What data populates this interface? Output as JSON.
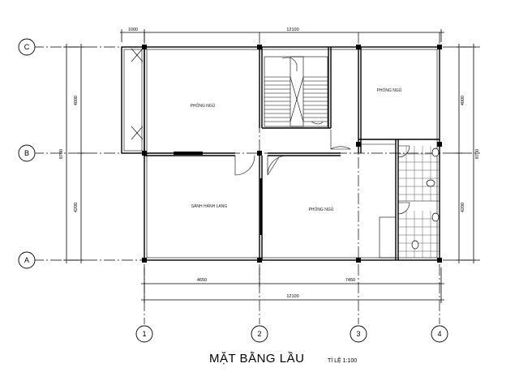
{
  "title": "MẶT BẰNG LẦU",
  "scale": "TỈ LỆ 1:100",
  "axes": {
    "rows": [
      "C",
      "B",
      "A"
    ],
    "cols": [
      "1",
      "2",
      "3",
      "4"
    ]
  },
  "dimensions": {
    "top_total": "12100",
    "top_left": "1000",
    "bottom_left": "4650",
    "bottom_right": "7450",
    "bottom_total": "12100",
    "left_upper": "4000",
    "left_total": "8700",
    "left_lower": "4200",
    "right_upper": "4000",
    "right_total": "8700",
    "right_lower": "4200"
  },
  "rooms": {
    "bedroom_upper_left": "PHÒNG NGỦ",
    "bedroom_upper_right": "PHÒNG NGỦ",
    "living_room": "SẢNH HÀNH LANG",
    "bedroom_lower_right": "PHÒNG NGỦ"
  }
}
